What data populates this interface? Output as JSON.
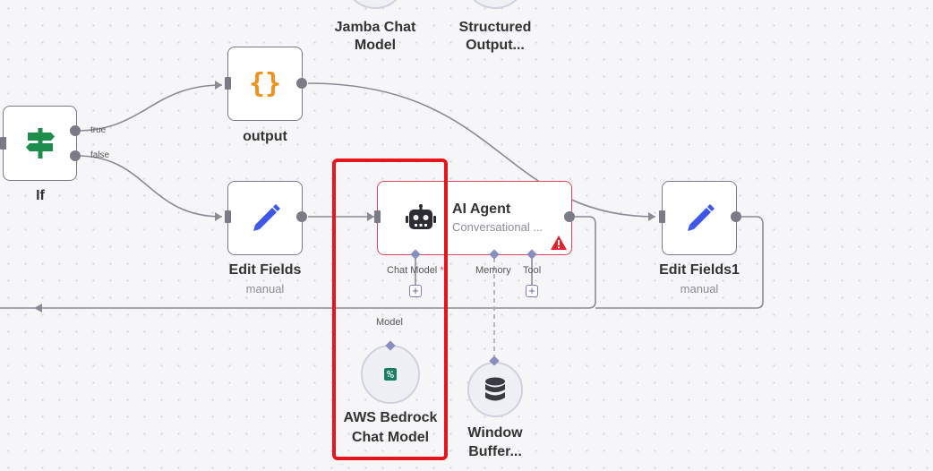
{
  "nodes": {
    "jamba": {
      "title_line1": "Jamba Chat",
      "title_line2": "Model"
    },
    "structured": {
      "title_line1": "Structured",
      "title_line2": "Output..."
    },
    "output": {
      "title": "output",
      "icon": "braces-icon"
    },
    "if": {
      "title": "If",
      "true_label": "true",
      "false_label": "false",
      "icon": "signpost-icon"
    },
    "edit_fields": {
      "title": "Edit Fields",
      "subtitle": "manual",
      "icon": "pencil-icon"
    },
    "ai_agent": {
      "title": "AI Agent",
      "subtitle": "Conversational ...",
      "icon": "robot-icon",
      "status": "warning"
    },
    "edit_fields1": {
      "title": "Edit Fields1",
      "subtitle": "manual",
      "icon": "pencil-icon"
    },
    "aws_bedrock": {
      "title_line1": "AWS Bedrock",
      "title_line2": "Chat Model",
      "port_label": "Model"
    },
    "window_buffer": {
      "title_line1": "Window",
      "title_line2": "Buffer...",
      "icon": "database-icon"
    }
  },
  "agent_ports": {
    "chat_model": "Chat Model",
    "chat_model_required": "*",
    "memory": "Memory",
    "tool": "Tool"
  },
  "colors": {
    "highlight": "#e8141c",
    "agent_border": "#e2435c",
    "pencil": "#3d57e8",
    "braces": "#f0911d",
    "if_icon": "#1d8d4b",
    "port": "#7b7b87",
    "diamond": "#8a8dc0"
  }
}
